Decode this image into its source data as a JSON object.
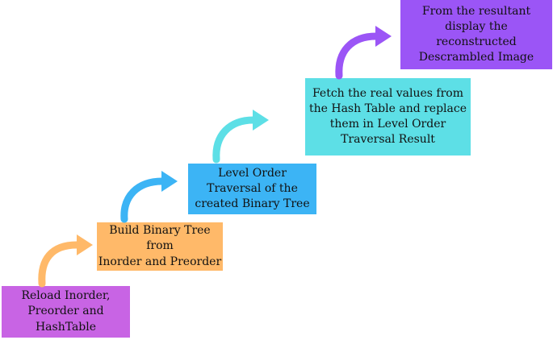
{
  "steps": [
    {
      "text": "Reload  Inorder,\nPreorder and HashTable",
      "color": "#c864e4"
    },
    {
      "text": "Build Binary Tree from\nInorder and Preorder",
      "color": "#ffb969"
    },
    {
      "text": "Level Order\nTraversal of the\ncreated Binary Tree",
      "color": "#3cb4f5"
    },
    {
      "text": "Fetch the real values from\nthe Hash Table and replace\nthem in Level Order\nTraversal Result",
      "color": "#5ddfe6"
    },
    {
      "text": "From the resultant\ndisplay the\nreconstructed\nDescrambled Image",
      "color": "#9b55f6"
    }
  ],
  "arrows": [
    {
      "color": "#ffb969",
      "icon": "curved-arrow-icon"
    },
    {
      "color": "#3cb4f5",
      "icon": "curved-arrow-icon"
    },
    {
      "color": "#5ddfe6",
      "icon": "curved-arrow-icon"
    },
    {
      "color": "#9b55f6",
      "icon": "curved-arrow-icon"
    }
  ]
}
